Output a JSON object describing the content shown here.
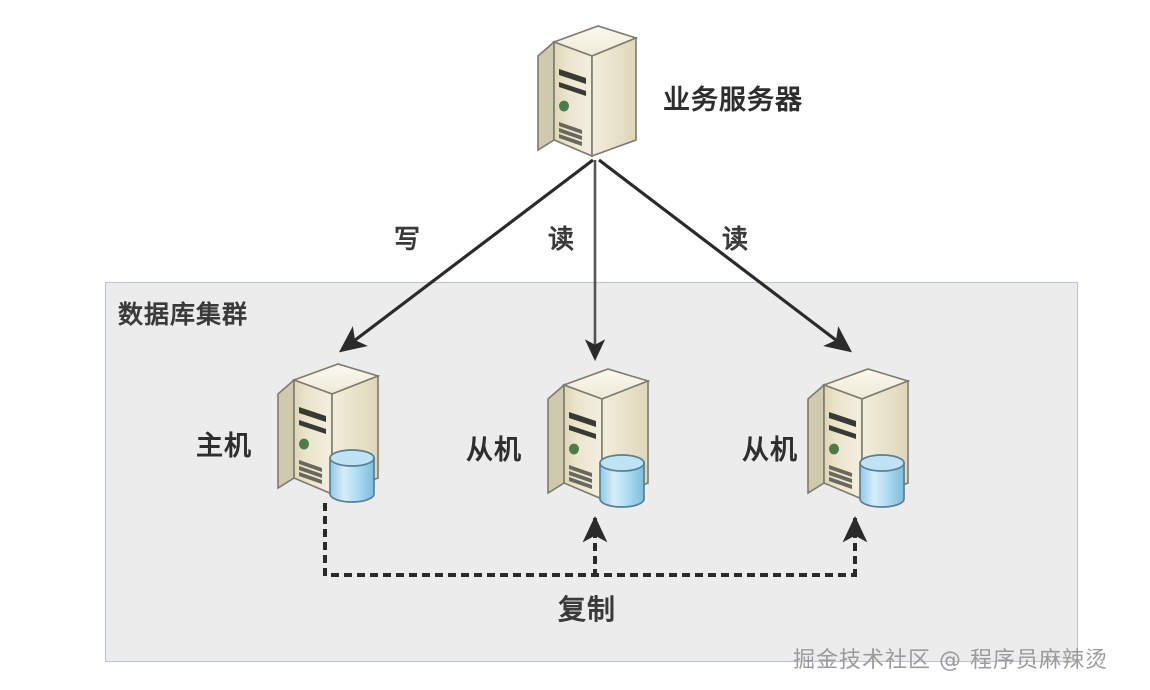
{
  "diagram": {
    "title_text": "数据库集群",
    "background_color": "#ffffff",
    "cluster": {
      "label": "数据库集群",
      "fill_color": "#ececec",
      "border_color": "#b9c3d2"
    },
    "app_server": {
      "label": "业务服务器",
      "icon": "server-tower-icon"
    },
    "nodes": [
      {
        "label": "主机",
        "icon": "server-tower-with-db-icon",
        "role": "master"
      },
      {
        "label": "从机",
        "icon": "server-tower-with-db-icon",
        "role": "slave"
      },
      {
        "label": "从机",
        "icon": "server-tower-with-db-icon",
        "role": "slave"
      }
    ],
    "edges": [
      {
        "label": "写",
        "from": "业务服务器",
        "to": "主机",
        "style": "solid-arrow"
      },
      {
        "label": "读",
        "from": "业务服务器",
        "to": "从机",
        "style": "solid-arrow"
      },
      {
        "label": "读",
        "from": "业务服务器",
        "to": "从机",
        "style": "solid-arrow"
      }
    ],
    "replication": {
      "label": "复制",
      "style": "dotted-arrow",
      "from": "主机",
      "to": [
        "从机",
        "从机"
      ]
    },
    "watermark": "掘金技术社区 @ 程序员麻辣烫",
    "colors": {
      "server_face_light": "#f2eeda",
      "server_face_mid": "#e6dfc0",
      "server_top": "#f7f4e6",
      "server_outline": "#7d7b6e",
      "db_cylinder": "#9fd4ef",
      "db_cylinder_outline": "#5a7f92",
      "arrow": "#2b2b2b",
      "text": "#2e2e2e"
    }
  }
}
